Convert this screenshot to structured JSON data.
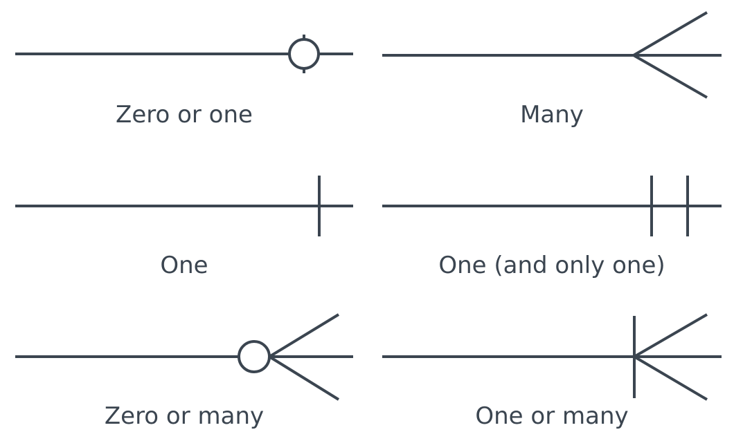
{
  "labels": {
    "zero_or_one": "Zero or one",
    "many": "Many",
    "one": "One",
    "one_and_only_one": "One (and only one)",
    "zero_or_many": "Zero or many",
    "one_or_many": "One or many"
  },
  "colors": {
    "stroke": "#3b4550",
    "background": "#ffffff"
  }
}
